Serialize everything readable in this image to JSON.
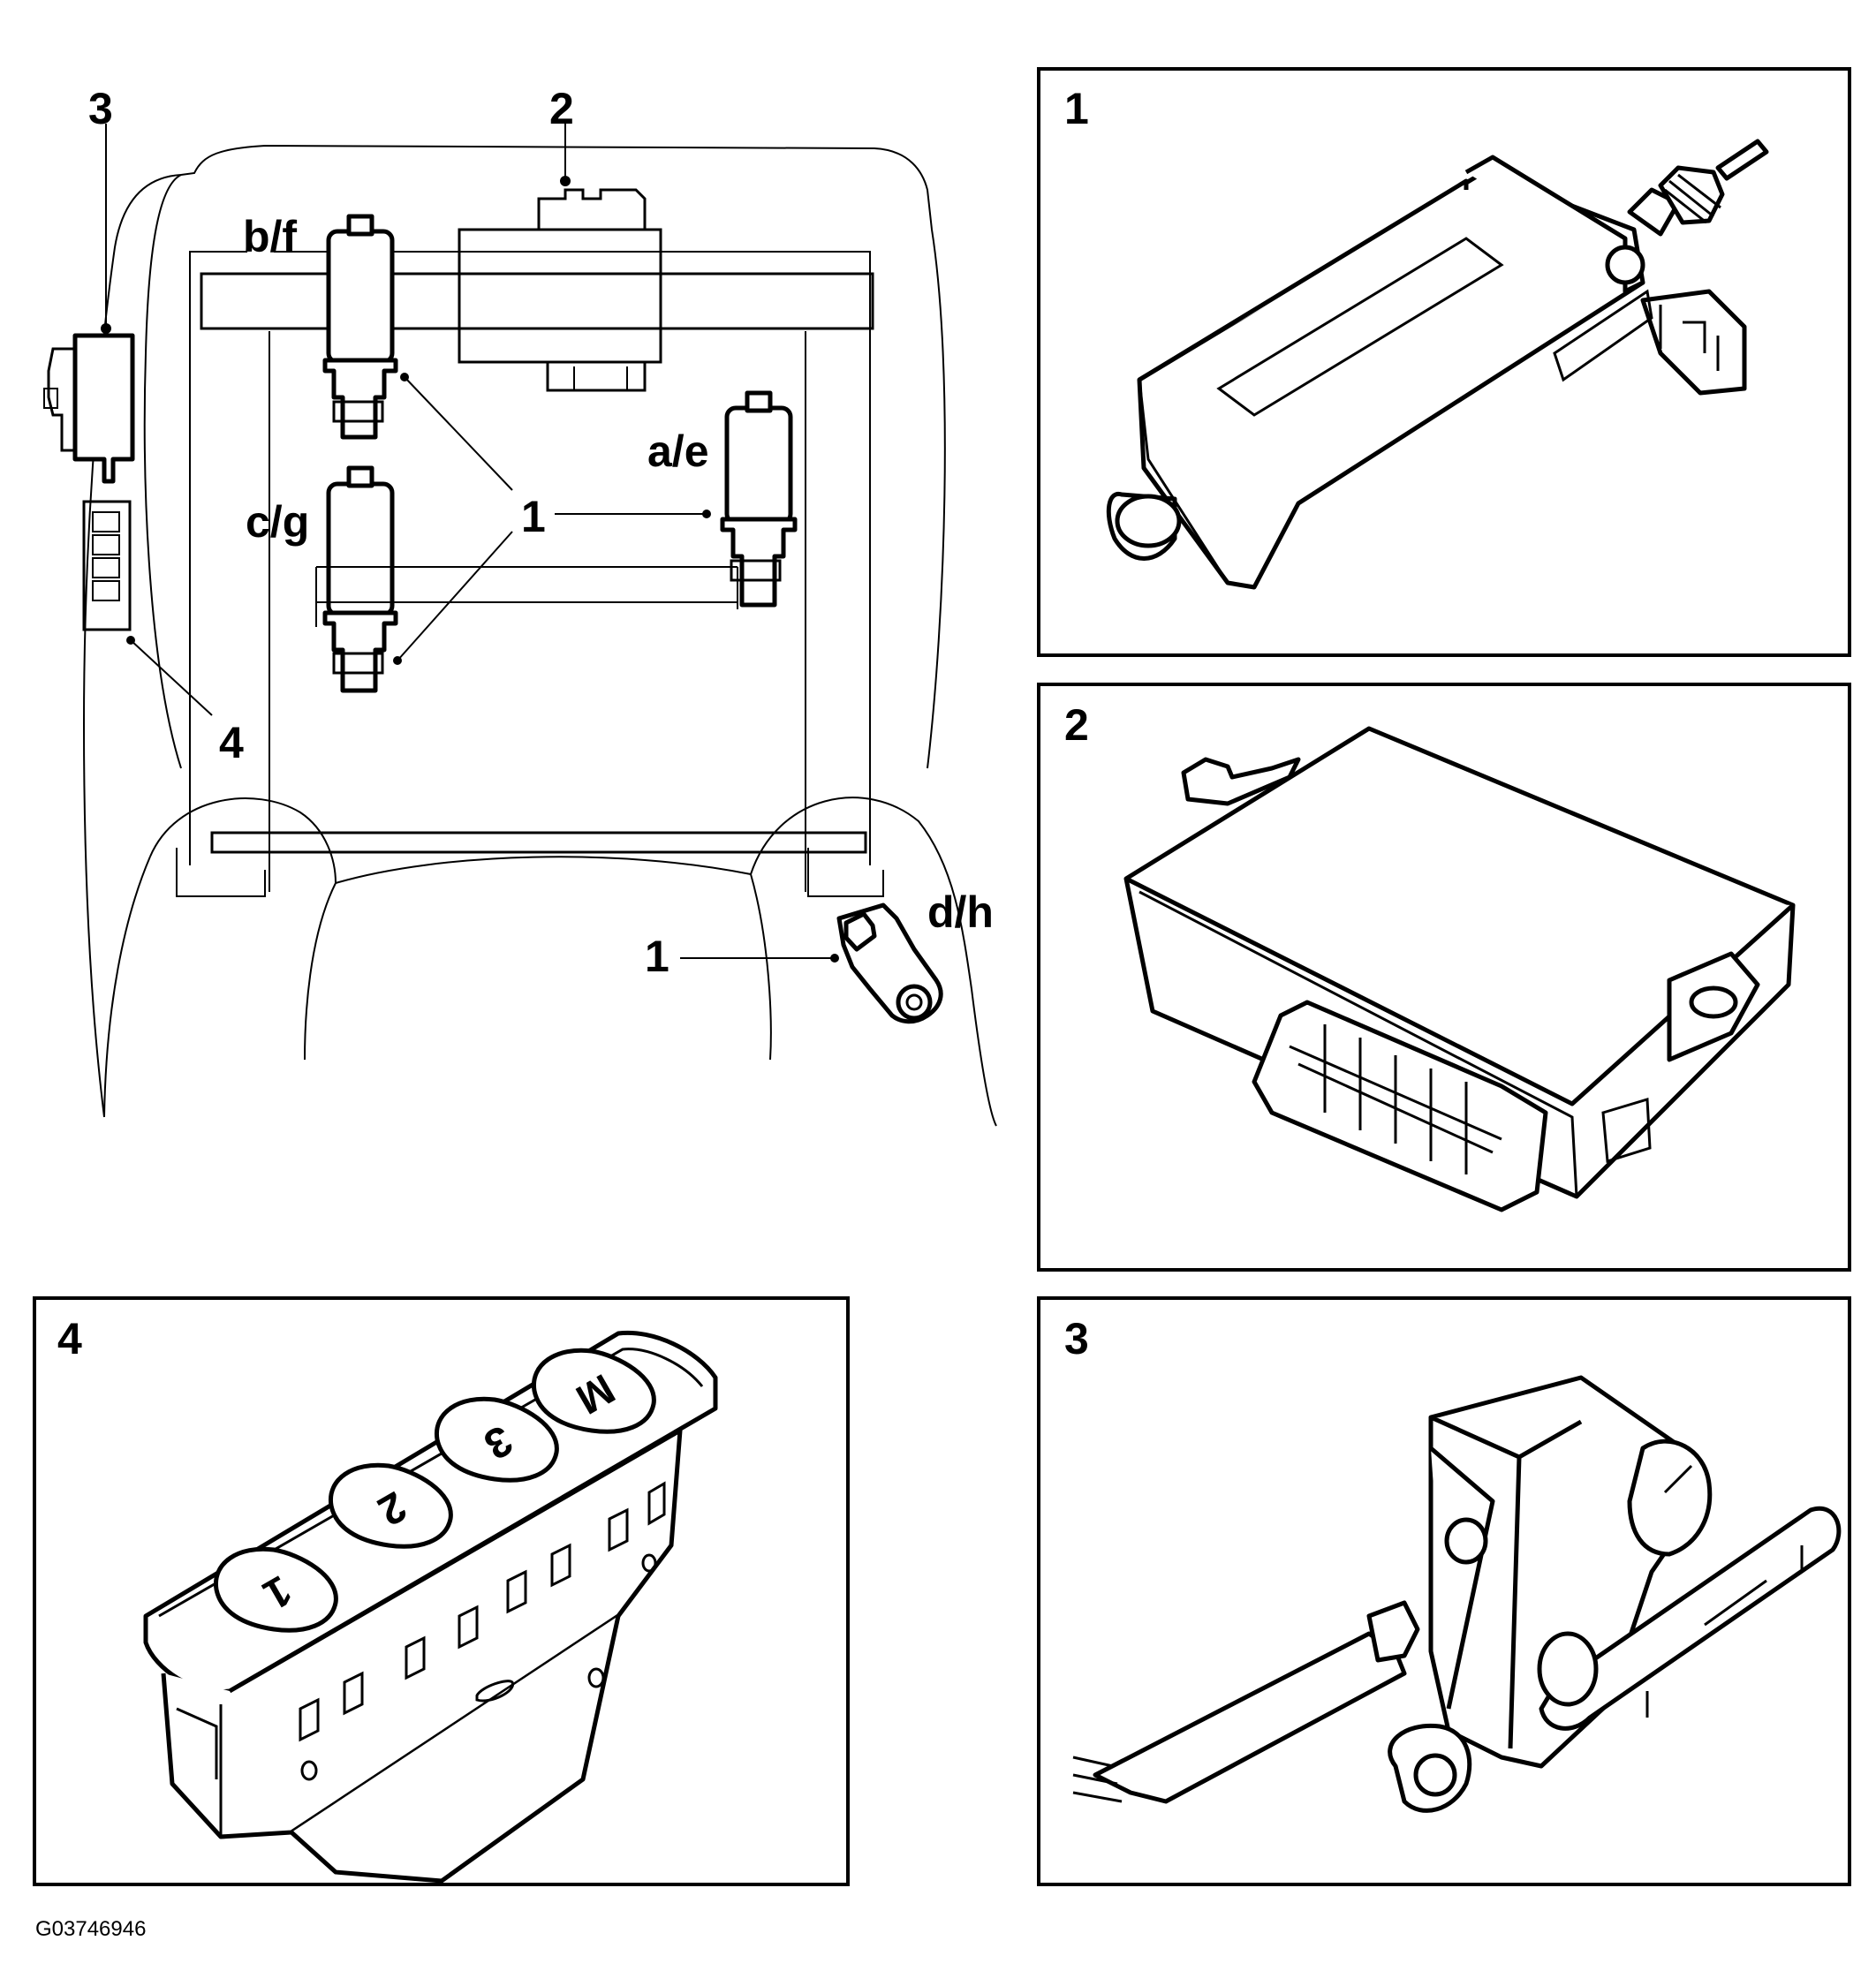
{
  "overview": {
    "callouts": {
      "seat_module_number": "1",
      "control_unit_number": "2",
      "seat_switch_number": "3",
      "memory_switch_number": "4",
      "motor_bf": "b/f",
      "motor_cg": "c/g",
      "motor_ae": "a/e",
      "motor_dh": "d/h"
    }
  },
  "details": [
    {
      "number": "1"
    },
    {
      "number": "2"
    },
    {
      "number": "3"
    },
    {
      "number": "4"
    }
  ],
  "memory_buttons": [
    "1",
    "2",
    "3",
    "M"
  ],
  "figure_id": "G03746946"
}
